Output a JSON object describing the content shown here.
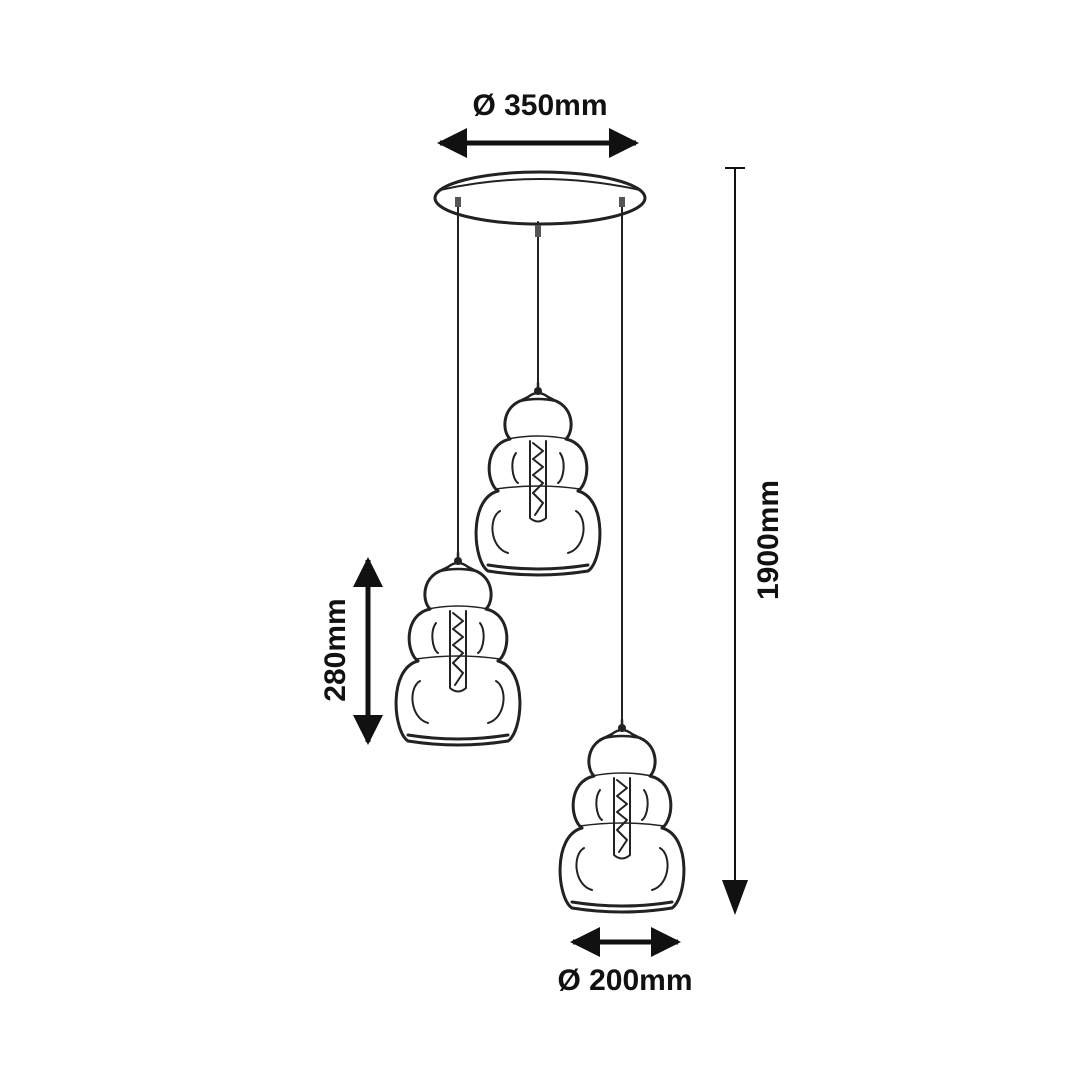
{
  "title": "Pendant lamp dimension drawing",
  "dimensions": {
    "canopy_diameter": "Ø 350mm",
    "total_height": "1900mm",
    "shade_height": "280mm",
    "shade_diameter": "Ø 200mm"
  },
  "colors": {
    "line": "#222222",
    "background": "#ffffff"
  }
}
